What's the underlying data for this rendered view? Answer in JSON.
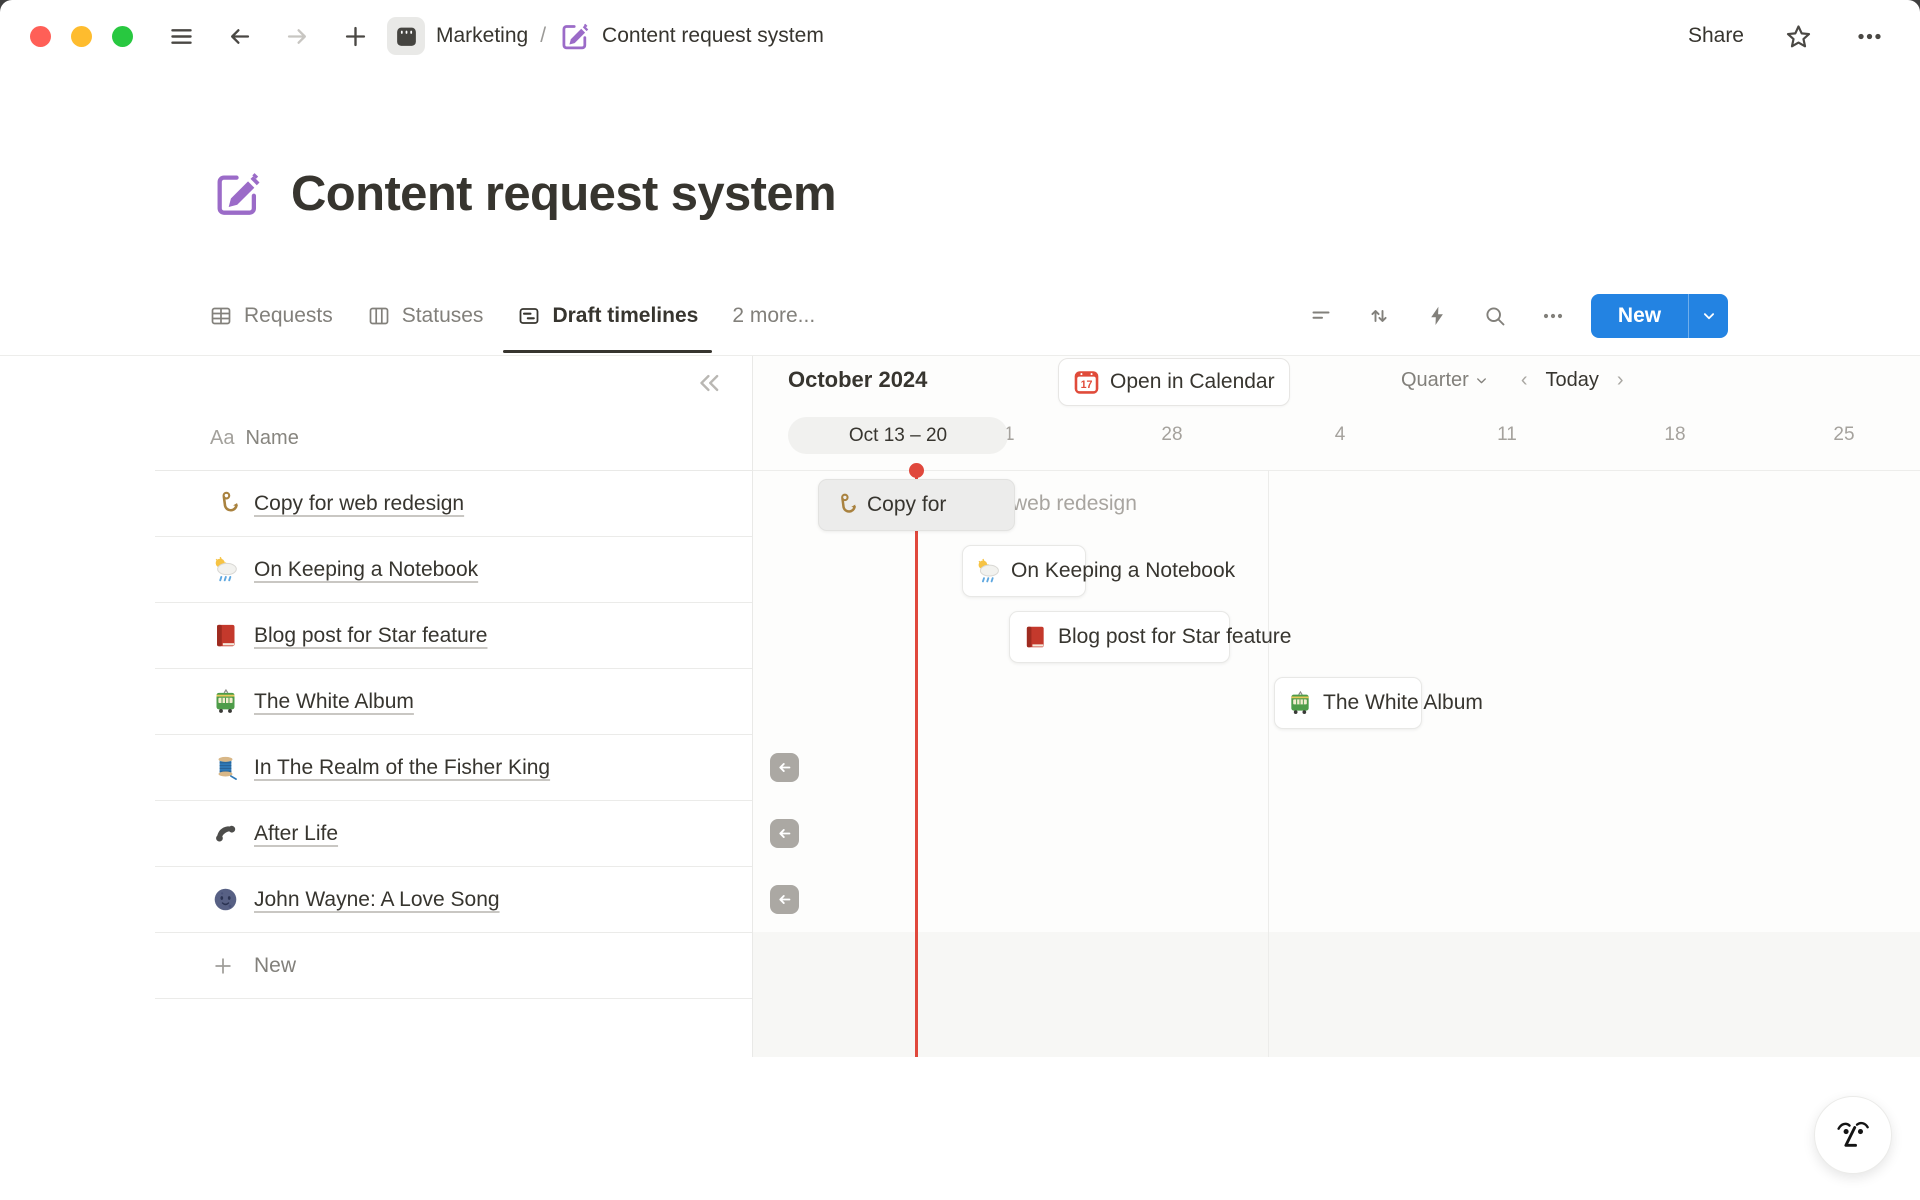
{
  "topbar": {
    "breadcrumb": {
      "workspace_label": "Marketing",
      "separator": "/",
      "page_label": "Content request system"
    },
    "share_label": "Share"
  },
  "page": {
    "title": "Content request system"
  },
  "tabs": [
    {
      "label": "Requests",
      "icon": "table-view-icon",
      "active": false
    },
    {
      "label": "Statuses",
      "icon": "board-view-icon",
      "active": false
    },
    {
      "label": "Draft timelines",
      "icon": "timeline-view-icon",
      "active": true
    },
    {
      "label": "2 more...",
      "icon": null,
      "active": false
    }
  ],
  "view_toolbar": {
    "icons": [
      "filter-icon",
      "sort-icon",
      "lightning-icon",
      "search-icon",
      "ellipsis-icon"
    ],
    "new_button_label": "New"
  },
  "table": {
    "header": {
      "type_label": "Aa",
      "name_label": "Name"
    },
    "rows": [
      {
        "icon": "hook-emoji",
        "name": "Copy for web redesign"
      },
      {
        "icon": "sun-rain-cloud-emoji",
        "name": "On Keeping a Notebook"
      },
      {
        "icon": "red-book-emoji",
        "name": "Blog post for Star feature"
      },
      {
        "icon": "tram-emoji",
        "name": "The White Album"
      },
      {
        "icon": "thread-emoji",
        "name": "In The Realm of the Fisher King"
      },
      {
        "icon": "phone-emoji",
        "name": "After Life"
      },
      {
        "icon": "moon-face-emoji",
        "name": "John Wayne: A Love Song"
      }
    ],
    "new_row_label": "New"
  },
  "timeline": {
    "month_label": "October 2024",
    "open_in_calendar": {
      "label": "Open in Calendar",
      "calendar_icon_day": "17"
    },
    "scale_selector_label": "Quarter",
    "prev_label": "‹",
    "today_label": "Today",
    "next_label": "›",
    "range_pill_label": "Oct 13 – 20",
    "week_ticks": [
      "21",
      "28",
      "4",
      "11",
      "18",
      "25"
    ],
    "bars": [
      {
        "icon": "hook-emoji",
        "label": "Copy for web redesign",
        "visible_part": "Copy for ",
        "overflow_part": "web redesign",
        "variant": "dragging"
      },
      {
        "icon": "sun-rain-cloud-emoji",
        "label": "On Keeping a Notebook",
        "variant": "normal"
      },
      {
        "icon": "red-book-emoji",
        "label": "Blog post for Star feature",
        "variant": "normal"
      },
      {
        "icon": "tram-emoji",
        "label": "The White Album",
        "variant": "normal"
      }
    ],
    "scroll_left_button_count": 3
  },
  "colors": {
    "accent_blue": "#2383e2",
    "notion_purple": "#9b6bc8",
    "today_red": "#e0483c",
    "calendar_red": "#e04b3a"
  }
}
